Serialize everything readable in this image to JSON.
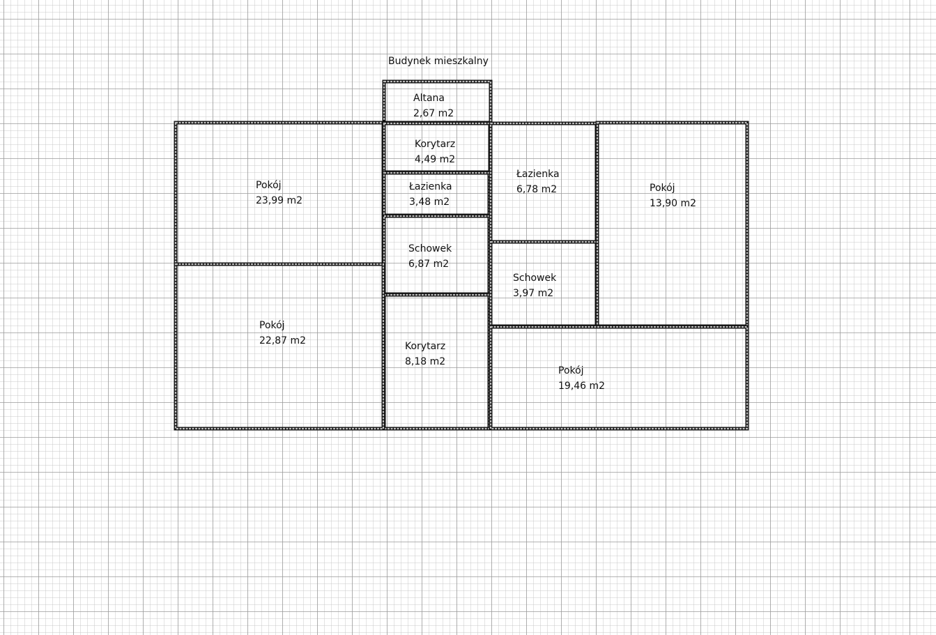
{
  "plan": {
    "title": "Budynek mieszkalny",
    "colors": {
      "wall": "#111111",
      "wall_fill": "#bdbdbd",
      "grid_minor": "#c8c8c8",
      "grid_major": "#9a9a9a"
    },
    "rooms": [
      {
        "name": "Altana",
        "area": "2,67 m2"
      },
      {
        "name": "Pokój",
        "area": "23,99 m2"
      },
      {
        "name": "Korytarz",
        "area": "4,49 m2"
      },
      {
        "name": "Łazienka",
        "area": "3,48 m2"
      },
      {
        "name": "Schowek",
        "area": "6,87 m2"
      },
      {
        "name": "Korytarz",
        "area": "8,18 m2"
      },
      {
        "name": "Pokój",
        "area": "22,87 m2"
      },
      {
        "name": "Łazienka",
        "area": "6,78 m2"
      },
      {
        "name": "Schowek",
        "area": "3,97 m2"
      },
      {
        "name": "Pokój",
        "area": "13,90 m2"
      },
      {
        "name": "Pokój",
        "area": "19,46 m2"
      }
    ]
  }
}
